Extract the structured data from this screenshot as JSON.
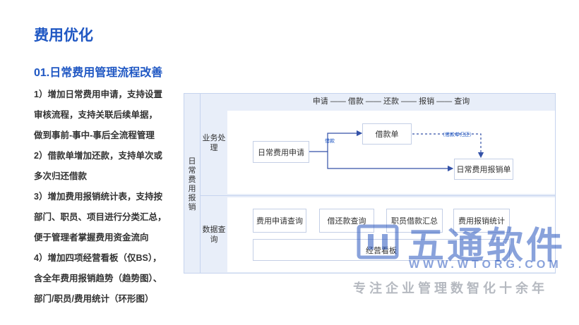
{
  "page": {
    "title": "费用优化",
    "section_title": "01.日常费用管理流程改善",
    "description_lines": [
      "1）增加日常费用申请，支持设置",
      "审核流程，支持关联后续单据，",
      "做到事前-事中-事后全流程管理",
      "2）借款单增加还款，支持单次或",
      "多次归还借款",
      "3）增加费用报销统计表，支持按",
      "部门、职员、项目进行分类汇总，",
      "便于管理者掌握费用资金流向",
      "4）增加四项经营看板（仅BS），",
      "含全年费用报销趋势（趋势图）、",
      "部门/职员/费用统计（环形图）"
    ]
  },
  "diagram": {
    "main_label": "日常费用报销",
    "flow_header": "申请 —— 借款 —— 还款 —— 报销 —— 查询",
    "rows": {
      "business": "业务处理",
      "query": "数据查询"
    },
    "boxes": {
      "expense_apply": "日常费用申请",
      "loan": "借款单",
      "reimburse": "日常费用报销单",
      "apply_query": "费用申请查询",
      "loan_repay_query": "借还款查询",
      "staff_loan_summary": "职员借款汇总",
      "reimburse_stats": "费用报销统计",
      "dashboard": "经营看板"
    },
    "flow_labels": {
      "loan_arrow": "借款",
      "repay_arrow": "（借款单归还）"
    }
  },
  "watermark": {
    "brand": "五通软件",
    "url": "WWW.WTORG.COM",
    "slogan": "专注企业管理数智化十余年",
    "color": "#2856be"
  }
}
